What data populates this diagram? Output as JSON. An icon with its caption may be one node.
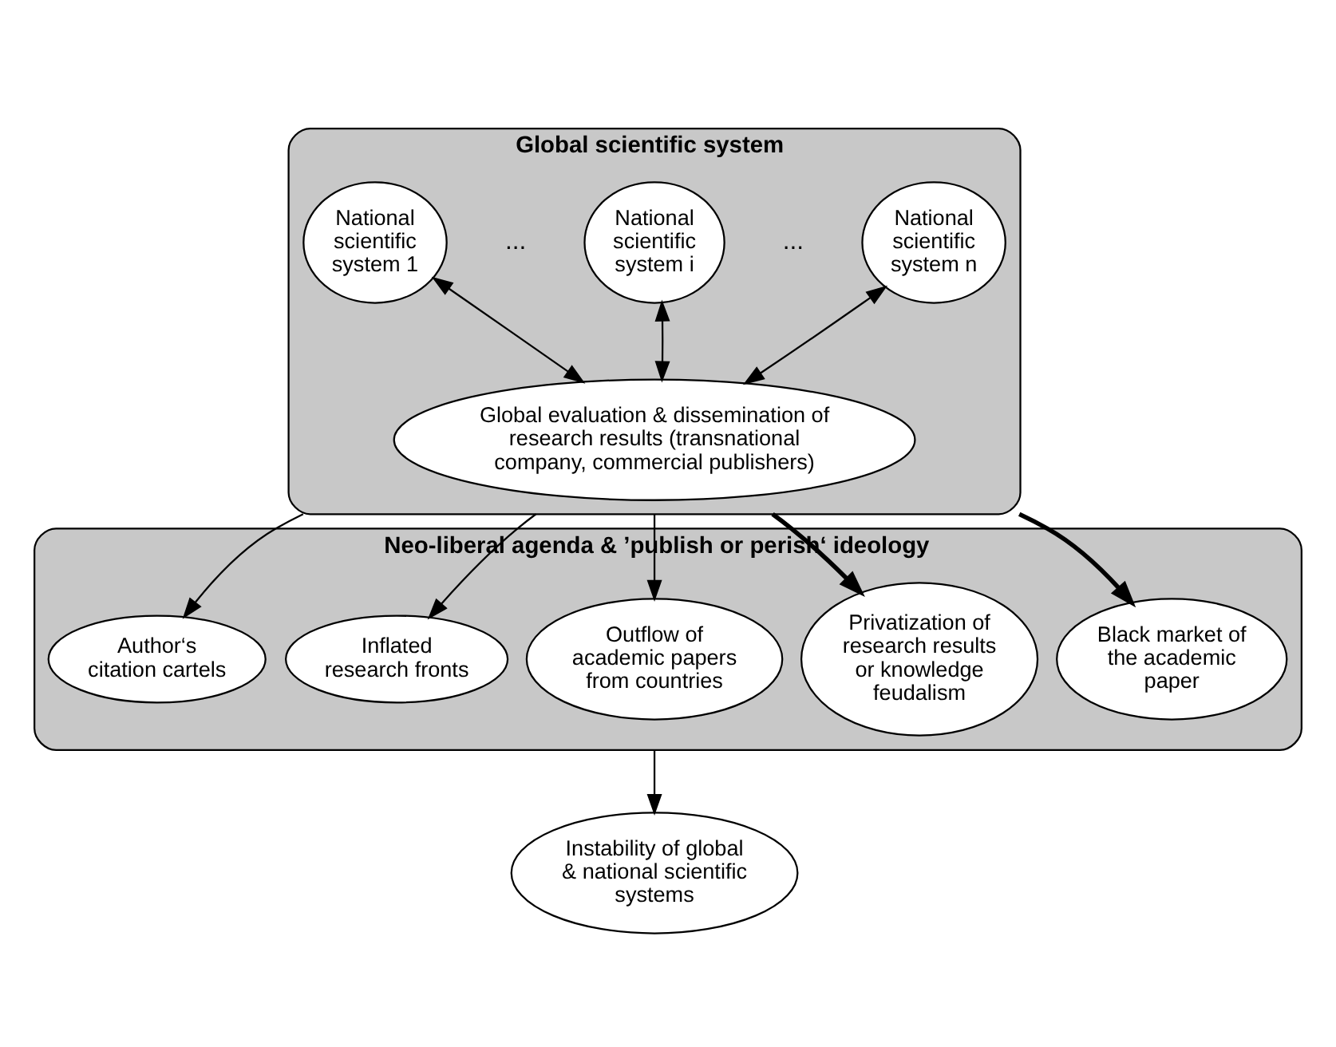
{
  "diagram": {
    "nodes": [
      {
        "text": [
          "Global scientific system"
        ]
      },
      {
        "text": [
          "National scientific system 1"
        ],
        "in": 0
      },
      {
        "text": [
          "National scientific system i"
        ],
        "in": 0
      },
      {
        "text": [
          "National scientific system n"
        ],
        "in": 0
      },
      {
        "text": [
          "Global evaluation & dissemination of research results (transnational company, commercial publishers)"
        ],
        "in": 0
      },
      {
        "text": [
          "Neo-liberal agenda & ’publish or perish‘ ideology"
        ]
      },
      {
        "text": [
          "Author‘s citation cartels"
        ],
        "in": 5
      },
      {
        "text": [
          "Inflated research fronts"
        ],
        "in": 5
      },
      {
        "text": [
          "Outflow of academic papers from countries"
        ],
        "in": 5
      },
      {
        "text": [
          "Privatization of research results or knowledge feudalism"
        ],
        "in": 5
      },
      {
        "text": [
          "Black market of the academic paper"
        ],
        "in": 5
      },
      {
        "text": [
          "Instability of global & national scientific systems"
        ]
      }
    ],
    "edges": [
      {
        "from": 1,
        "to": 4,
        "arrow": "both"
      },
      {
        "from": 2,
        "to": 4,
        "arrow": "both"
      },
      {
        "from": 3,
        "to": 4,
        "arrow": "both"
      },
      {
        "from": 0,
        "to": 6,
        "arrow": "to"
      },
      {
        "from": 0,
        "to": 7,
        "arrow": "to"
      },
      {
        "from": 0,
        "to": 8,
        "arrow": "to"
      },
      {
        "from": 0,
        "to": 9,
        "arrow": "to",
        "style": "thick"
      },
      {
        "from": 0,
        "to": 10,
        "arrow": "to",
        "style": "thick"
      },
      {
        "from": 5,
        "to": 11,
        "arrow": "to"
      }
    ],
    "labels": [
      "...",
      "..."
    ]
  }
}
